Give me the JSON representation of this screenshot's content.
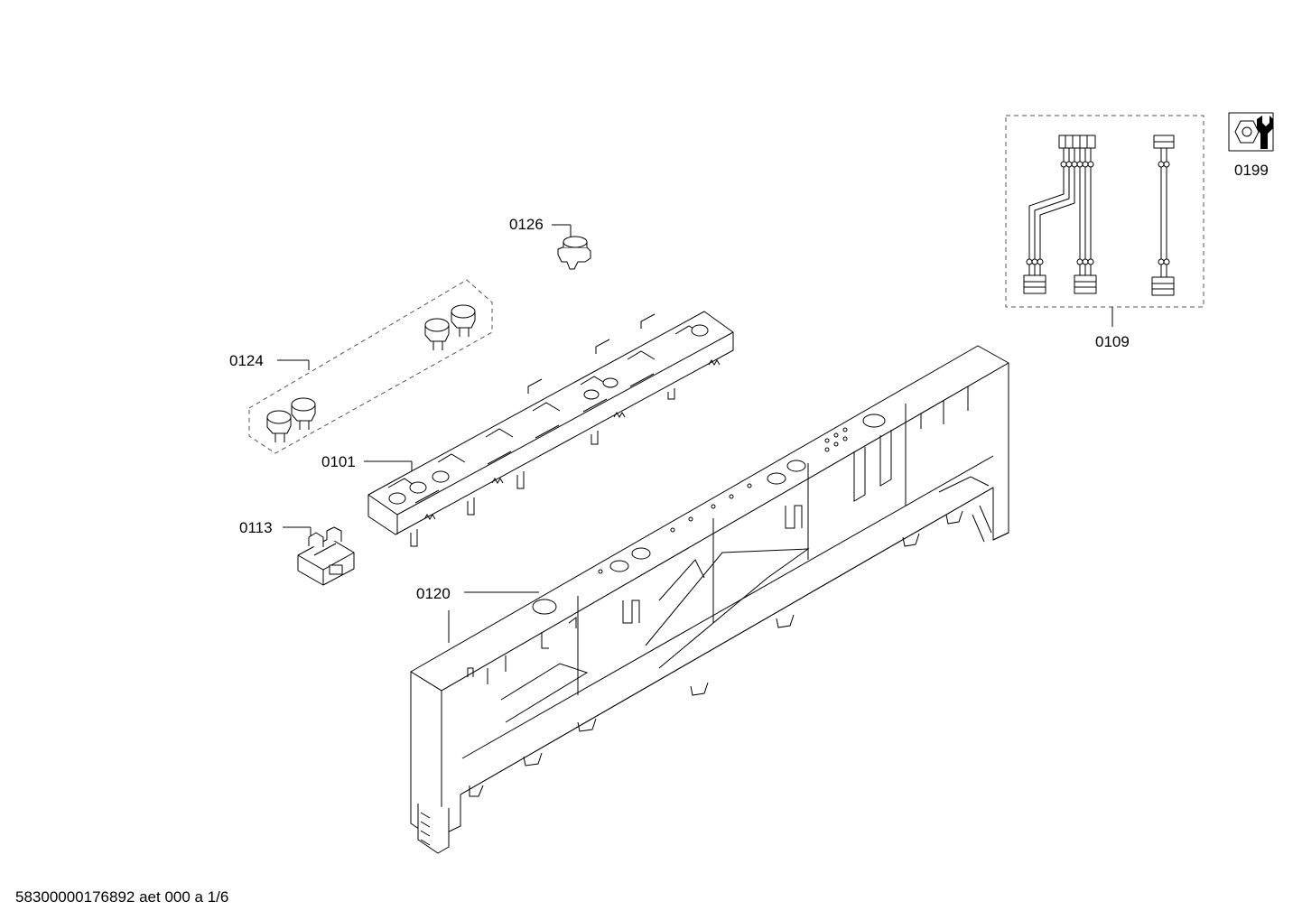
{
  "parts": [
    {
      "id": "p0101",
      "label": "0101"
    },
    {
      "id": "p0109",
      "label": "0109"
    },
    {
      "id": "p0113",
      "label": "0113"
    },
    {
      "id": "p0120",
      "label": "0120"
    },
    {
      "id": "p0124",
      "label": "0124"
    },
    {
      "id": "p0126",
      "label": "0126"
    },
    {
      "id": "p0199",
      "label": "0199"
    }
  ],
  "footer": "58300000176892 aet 000 a 1/6",
  "icons": {
    "service": "wrench-nut-icon"
  },
  "colors": {
    "line": "#000000",
    "background": "#ffffff"
  }
}
